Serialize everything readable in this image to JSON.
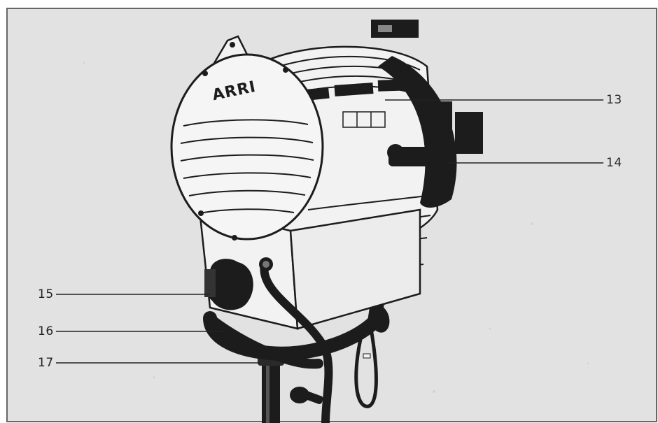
{
  "illustration": {
    "subject": "spotlight on stand",
    "brand_mark": "ARRI",
    "colors": {
      "panel": "#e2e2e2",
      "frame": "#555555",
      "ink": "#1c1c1c",
      "housing": "#f2f2f2",
      "shadow": "#cfcfcf"
    }
  },
  "callouts": [
    {
      "id": "callout-13",
      "label": "13"
    },
    {
      "id": "callout-14",
      "label": "14"
    },
    {
      "id": "callout-15",
      "label": "15"
    },
    {
      "id": "callout-16",
      "label": "16"
    },
    {
      "id": "callout-17",
      "label": "17"
    }
  ]
}
